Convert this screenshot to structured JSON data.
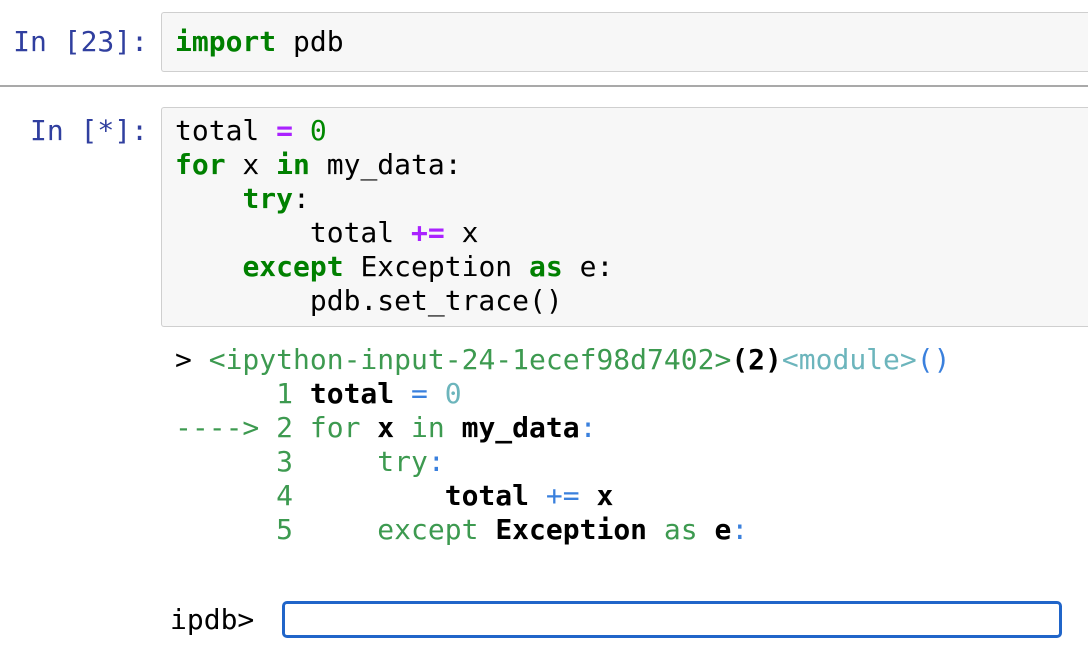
{
  "colors": {
    "prompt_blue": "#303F9F",
    "keyword_green": "#008000",
    "number_green": "#008800",
    "operator_purple": "#AA22FF",
    "ansi_green": "#3D9A50",
    "ansi_blue": "#3A80DD",
    "ansi_cyan": "#6CB5BC",
    "cell_bg": "#F7F7F7",
    "cell_border": "#CFCFCF",
    "divider": "#A9A9A9",
    "input_border_blue": "#2065C9"
  },
  "cells": [
    {
      "prompt": "In [23]:",
      "code_lines": [
        [
          {
            "t": "import",
            "s": "kw"
          },
          {
            "t": " pdb",
            "s": "plain"
          }
        ]
      ]
    },
    {
      "prompt": "In [*]:",
      "code_lines": [
        [
          {
            "t": "total ",
            "s": "plain"
          },
          {
            "t": "=",
            "s": "op"
          },
          {
            "t": " ",
            "s": "plain"
          },
          {
            "t": "0",
            "s": "num"
          }
        ],
        [
          {
            "t": "for",
            "s": "kw"
          },
          {
            "t": " x ",
            "s": "plain"
          },
          {
            "t": "in",
            "s": "kw"
          },
          {
            "t": " my_data:",
            "s": "plain"
          }
        ],
        [
          {
            "t": "    ",
            "s": "plain"
          },
          {
            "t": "try",
            "s": "kw"
          },
          {
            "t": ":",
            "s": "plain"
          }
        ],
        [
          {
            "t": "        total ",
            "s": "plain"
          },
          {
            "t": "+=",
            "s": "op"
          },
          {
            "t": " x",
            "s": "plain"
          }
        ],
        [
          {
            "t": "    ",
            "s": "plain"
          },
          {
            "t": "except",
            "s": "kw"
          },
          {
            "t": " Exception ",
            "s": "plain"
          },
          {
            "t": "as",
            "s": "kw"
          },
          {
            "t": " e:",
            "s": "plain"
          }
        ],
        [
          {
            "t": "        pdb.set_trace()",
            "s": "plain"
          }
        ]
      ]
    }
  ],
  "output": {
    "trace_lines": [
      [
        {
          "t": "> ",
          "s": "plain"
        },
        {
          "t": "<ipython-input-24-1ecef98d7402>",
          "s": "g"
        },
        {
          "t": "(2)",
          "s": "bold"
        },
        {
          "t": "<module>",
          "s": "c"
        },
        {
          "t": "()",
          "s": "b"
        }
      ],
      [
        {
          "t": "      1 ",
          "s": "g"
        },
        {
          "t": "total ",
          "s": "bold"
        },
        {
          "t": "= ",
          "s": "b"
        },
        {
          "t": "0",
          "s": "c"
        }
      ],
      [
        {
          "t": "----> 2 ",
          "s": "g"
        },
        {
          "t": "for",
          "s": "g"
        },
        {
          "t": " ",
          "s": "plain"
        },
        {
          "t": "x",
          "s": "bold"
        },
        {
          "t": " ",
          "s": "plain"
        },
        {
          "t": "in",
          "s": "g"
        },
        {
          "t": " ",
          "s": "plain"
        },
        {
          "t": "my_data",
          "s": "bold"
        },
        {
          "t": ":",
          "s": "b"
        }
      ],
      [
        {
          "t": "      3 ",
          "s": "g"
        },
        {
          "t": "    ",
          "s": "plain"
        },
        {
          "t": "try",
          "s": "g"
        },
        {
          "t": ":",
          "s": "b"
        }
      ],
      [
        {
          "t": "      4 ",
          "s": "g"
        },
        {
          "t": "        ",
          "s": "plain"
        },
        {
          "t": "total ",
          "s": "bold"
        },
        {
          "t": "+= ",
          "s": "b"
        },
        {
          "t": "x",
          "s": "bold"
        }
      ],
      [
        {
          "t": "      5 ",
          "s": "g"
        },
        {
          "t": "    ",
          "s": "plain"
        },
        {
          "t": "except",
          "s": "g"
        },
        {
          "t": " ",
          "s": "plain"
        },
        {
          "t": "Exception",
          "s": "bold"
        },
        {
          "t": " ",
          "s": "plain"
        },
        {
          "t": "as",
          "s": "g"
        },
        {
          "t": " ",
          "s": "plain"
        },
        {
          "t": "e",
          "s": "bold"
        },
        {
          "t": ":",
          "s": "b"
        }
      ]
    ],
    "ipdb_label": "ipdb>",
    "ipdb_input_value": ""
  }
}
